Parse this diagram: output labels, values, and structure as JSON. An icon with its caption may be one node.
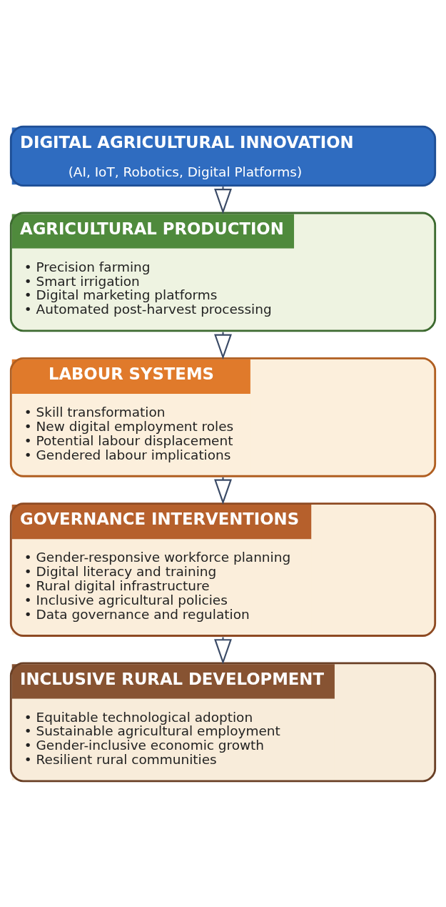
{
  "diagram": {
    "nodes": [
      {
        "text": [
          "DIGITAL AGRICULTURAL INNOVATION",
          "(AI, IoT, Robotics, Digital Platforms)"
        ]
      },
      {
        "text": [
          "AGRICULTURAL PRODUCTION",
          "• Precision farming",
          "• Smart irrigation",
          "• Digital marketing platforms",
          "• Automated post-harvest processing"
        ]
      },
      {
        "text": [
          "LABOUR SYSTEMS",
          "• Skill transformation",
          "• New digital employment roles",
          "• Potential labour displacement",
          "• Gendered labour implications"
        ]
      },
      {
        "text": [
          "GOVERNANCE INTERVENTIONS",
          "• Gender-responsive workforce planning",
          "• Digital literacy and training",
          "• Rural digital infrastructure",
          "• Inclusive agricultural policies",
          "• Data governance and regulation"
        ]
      },
      {
        "text": [
          "INCLUSIVE RURAL DEVELOPMENT",
          "• Equitable technological adoption",
          "• Sustainable agricultural employment",
          "• Gender-inclusive economic growth",
          "• Resilient rural communities"
        ]
      }
    ],
    "edges": [
      {
        "from": 0,
        "to": 1,
        "arrow": "to"
      },
      {
        "from": 1,
        "to": 2,
        "arrow": "to"
      },
      {
        "from": 2,
        "to": 3,
        "arrow": "to"
      },
      {
        "from": 3,
        "to": 4,
        "arrow": "to"
      }
    ]
  }
}
